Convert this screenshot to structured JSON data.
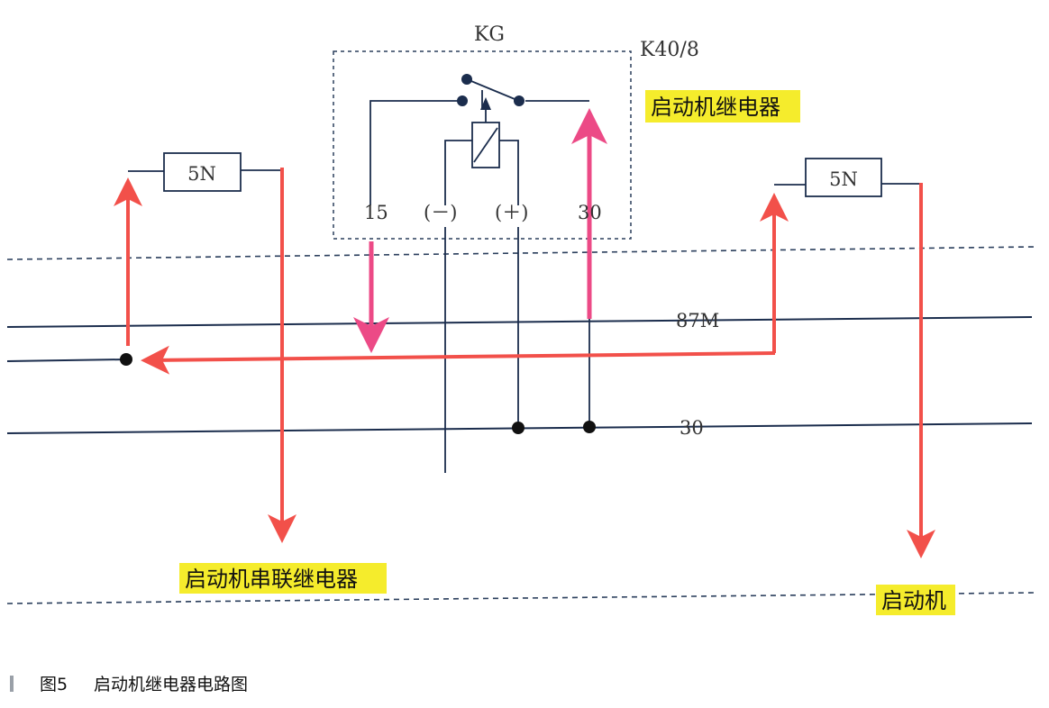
{
  "diagram": {
    "relay_box_title": "KG",
    "relay_box_code": "K40/8",
    "fuse_left": "5N",
    "fuse_right": "5N",
    "terminal_15": "15",
    "terminal_minus": "(－)",
    "terminal_plus": "(＋)",
    "terminal_30": "30",
    "line_87m": "87M",
    "line_30": "30",
    "callout_starter_relay": "启动机继电器",
    "callout_series_relay": "启动机串联继电器",
    "callout_starter": "启动机"
  },
  "caption": {
    "number": "图5",
    "text": "启动机继电器电路图"
  },
  "colors": {
    "red_arrow": "#f2504a",
    "pink_arrow": "#ec4a86",
    "wire_blue": "#1b2d4d",
    "highlight": "#f5ec2c",
    "dashed": "#2a3e5c"
  }
}
